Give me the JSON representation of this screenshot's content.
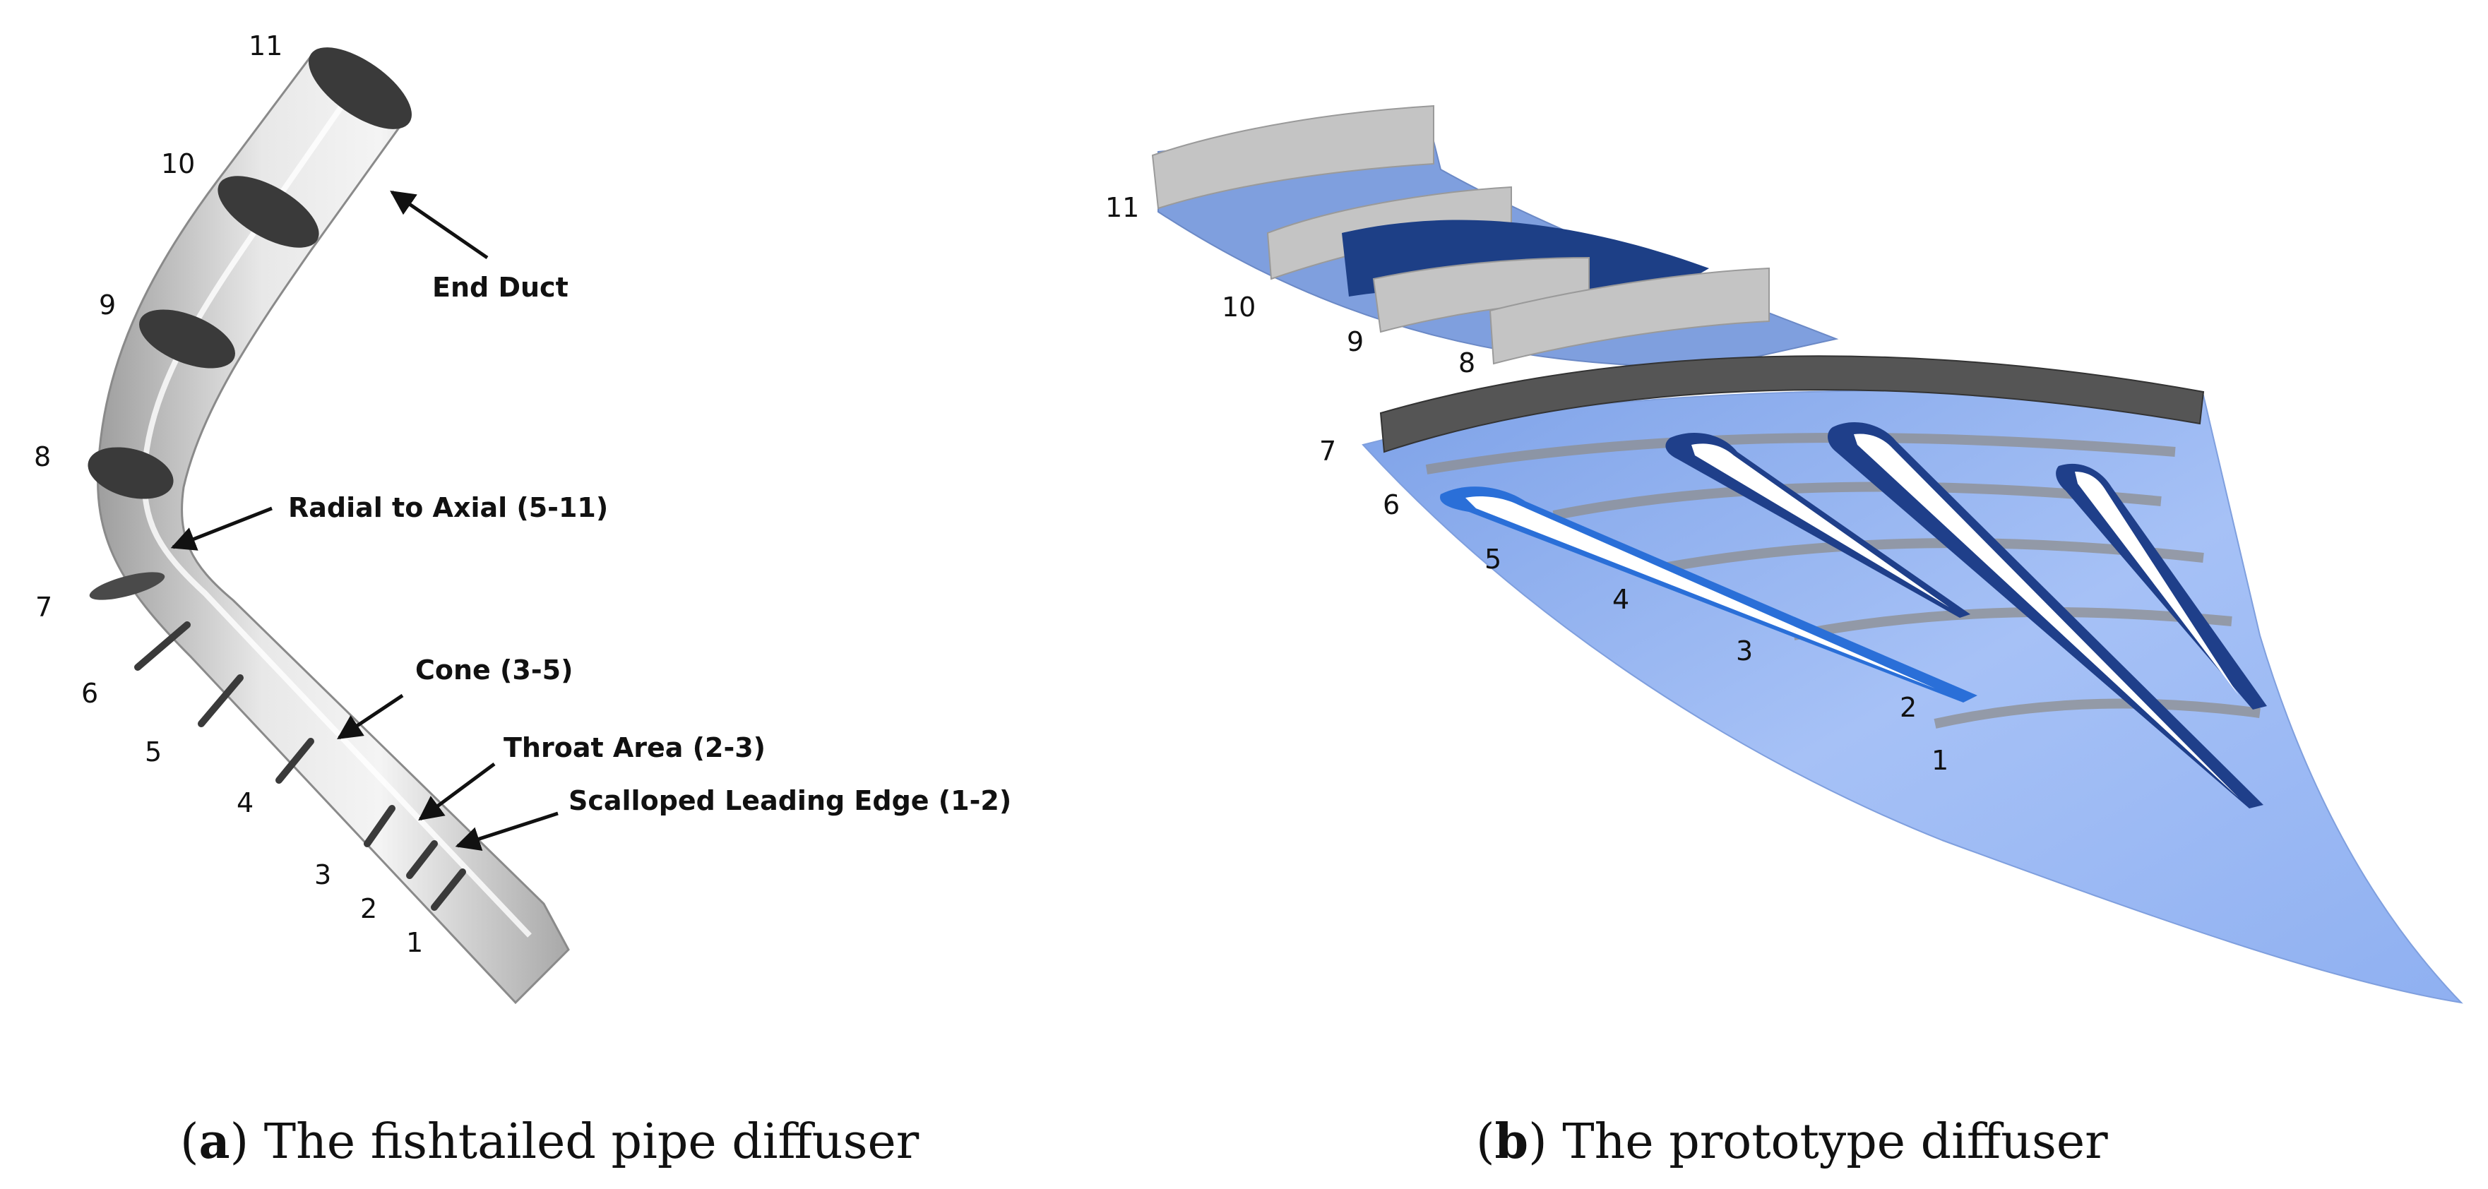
{
  "panel_a": {
    "section_labels": [
      "1",
      "2",
      "3",
      "4",
      "5",
      "6",
      "7",
      "8",
      "9",
      "10",
      "11"
    ],
    "annotations": [
      {
        "id": "end-duct",
        "text": "End Duct"
      },
      {
        "id": "radial-to-axial",
        "text": "Radial to Axial (5-11)"
      },
      {
        "id": "cone",
        "text": "Cone (3-5)"
      },
      {
        "id": "throat-area",
        "text": "Throat Area (2-3)"
      },
      {
        "id": "scalloped-leading-edge",
        "text": "Scalloped Leading Edge (1-2)"
      }
    ],
    "caption_letter": "a",
    "caption_text": "The fishtailed pipe diffuser"
  },
  "panel_b": {
    "section_labels": [
      "1",
      "2",
      "3",
      "4",
      "5",
      "6",
      "7",
      "8",
      "9",
      "10",
      "11"
    ],
    "caption_letter": "b",
    "caption_text": "The prototype diffuser"
  },
  "colors": {
    "pipe_gray": "#d4d4d4",
    "section_dark": "#3a3a3a",
    "surface_blue": "#9bb8f3",
    "surface_blue_dark": "#2a4a8a",
    "wall_gray": "#bdbdbd",
    "vane_blue": "#2a6fd8"
  }
}
